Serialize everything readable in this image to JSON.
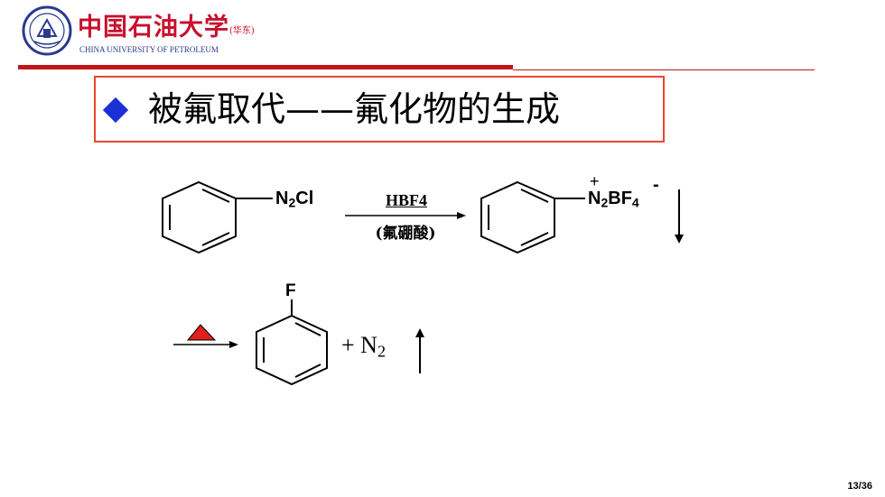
{
  "header": {
    "logo_cn": "中国石油大学",
    "logo_cn_sub": "(华东)",
    "logo_en": "CHINA UNIVERSITY OF PETROLEUM"
  },
  "slide": {
    "title": "被氟取代——氟化物的生成"
  },
  "reaction1": {
    "reactant_group_N": "N",
    "reactant_group_sub": "2",
    "reactant_group_rest": "Cl",
    "reagent_formula": "HBF4",
    "reagent_name": "(氟硼酸)",
    "product_plus": "+",
    "product_N": "N",
    "product_sub": "2",
    "product_B": "BF",
    "product_sub2": "4",
    "product_minus": "-"
  },
  "reaction2": {
    "product_substituent": "F",
    "byproduct_plus": "+ N",
    "byproduct_sub": "2"
  },
  "footer": {
    "page": "13/36"
  },
  "colors": {
    "brand_red": "#c0151a",
    "title_border": "#e8472b",
    "bullet_blue": "#1b2fd6",
    "heat_triangle": "#e0201a"
  }
}
